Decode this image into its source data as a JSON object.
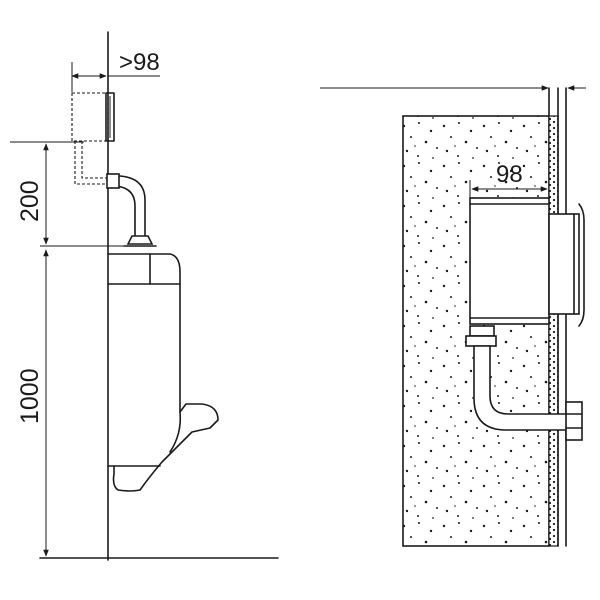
{
  "dimensions": {
    "clearance_left": ">98",
    "height_sensor": "200",
    "height_urinal": "1000",
    "depth_right": "98"
  }
}
